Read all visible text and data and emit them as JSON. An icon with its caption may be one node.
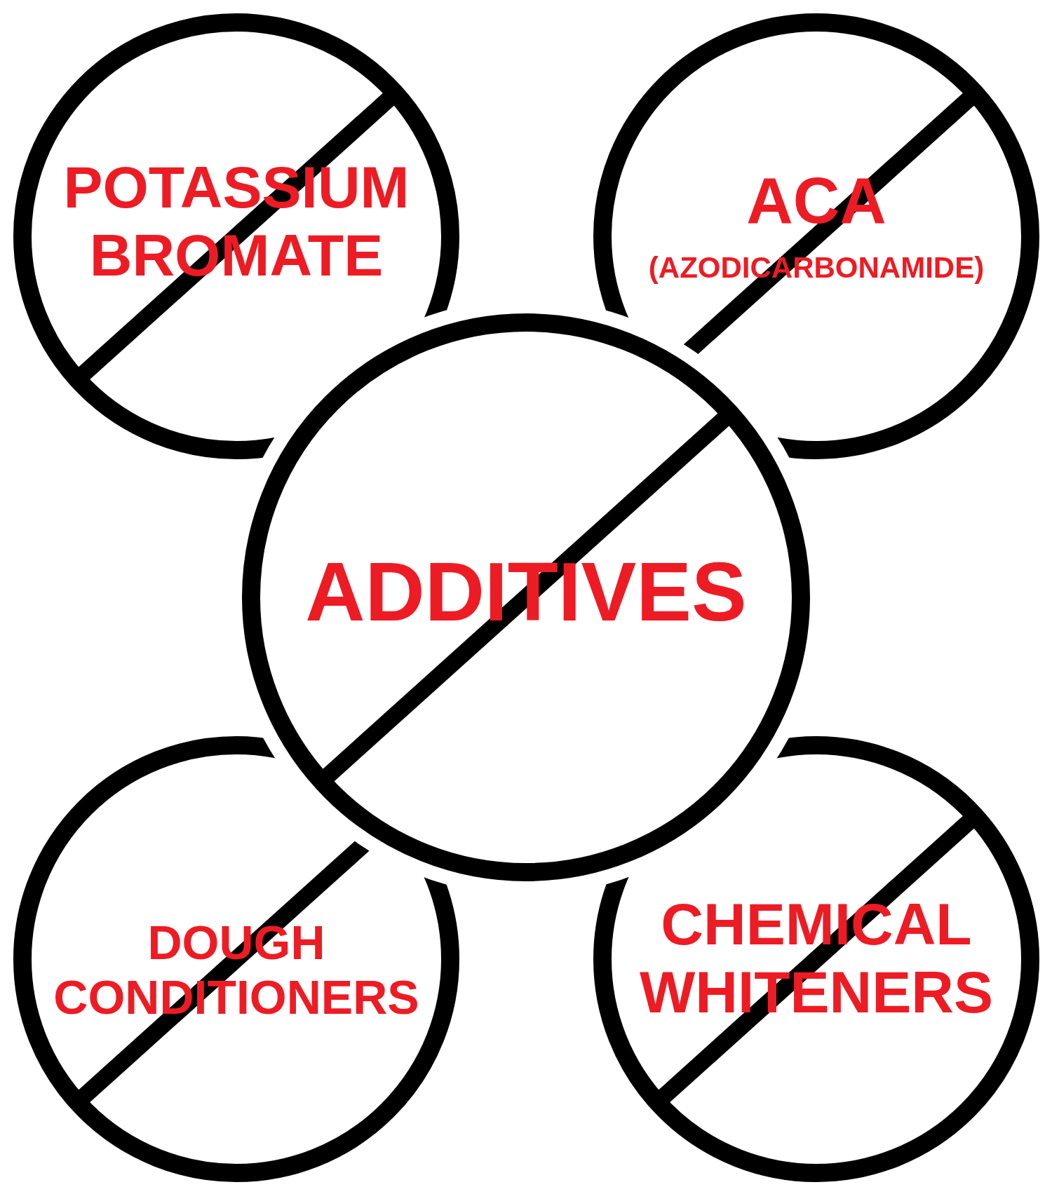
{
  "diagram": {
    "nodes": [
      {
        "text": [
          "POTASSIUM BROMATE"
        ]
      },
      {
        "text": [
          "ACA",
          "(AZODICARBONAMIDE)"
        ]
      },
      {
        "text": [
          "ADDITIVES"
        ]
      },
      {
        "text": [
          "DOUGH CONDITIONERS"
        ]
      },
      {
        "text": [
          "CHEMICAL WHITENERS"
        ]
      }
    ]
  }
}
